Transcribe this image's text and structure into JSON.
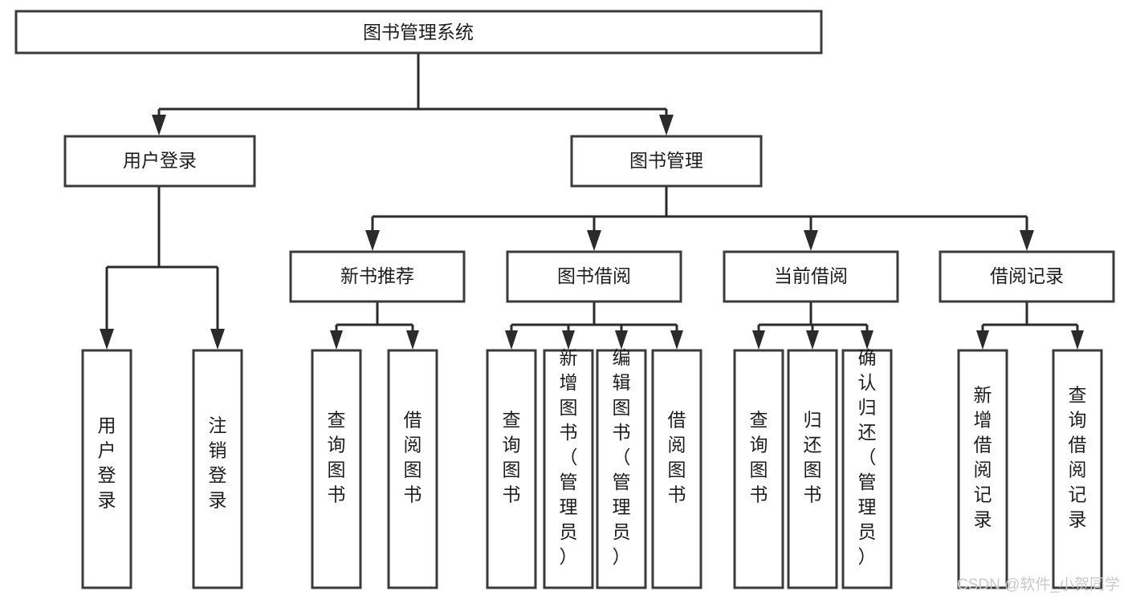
{
  "diagram": {
    "type": "hierarchy-tree",
    "title": "图书管理系统",
    "orientation": "top-down",
    "levels": 4,
    "root": {
      "id": "root",
      "label": "图书管理系统",
      "text_orientation": "horizontal"
    },
    "level2": [
      {
        "id": "user-login",
        "label": "用户登录",
        "text_orientation": "horizontal"
      },
      {
        "id": "book-management",
        "label": "图书管理",
        "text_orientation": "horizontal"
      }
    ],
    "level3": [
      {
        "id": "new-book-recommend",
        "label": "新书推荐",
        "text_orientation": "horizontal",
        "parent": "book-management"
      },
      {
        "id": "book-borrow",
        "label": "图书借阅",
        "text_orientation": "horizontal",
        "parent": "book-management"
      },
      {
        "id": "current-borrow",
        "label": "当前借阅",
        "text_orientation": "horizontal",
        "parent": "book-management"
      },
      {
        "id": "borrow-record",
        "label": "借阅记录",
        "text_orientation": "horizontal",
        "parent": "book-management"
      }
    ],
    "leaves": {
      "user-login": [
        {
          "id": "leaf-user-login",
          "label": "用户登录",
          "chars": [
            "用",
            "户",
            "登",
            "录"
          ]
        },
        {
          "id": "leaf-logout-login",
          "label": "注销登录",
          "chars": [
            "注",
            "销",
            "登",
            "录"
          ]
        }
      ],
      "new-book-recommend": [
        {
          "id": "leaf-query-book-1",
          "label": "查询图书",
          "chars": [
            "查",
            "询",
            "图",
            "书"
          ]
        },
        {
          "id": "leaf-borrow-book-1",
          "label": "借阅图书",
          "chars": [
            "借",
            "阅",
            "图",
            "书"
          ]
        }
      ],
      "book-borrow": [
        {
          "id": "leaf-query-book-2",
          "label": "查询图书",
          "chars": [
            "查",
            "询",
            "图",
            "书"
          ]
        },
        {
          "id": "leaf-add-book-admin",
          "label": "新增图书（管理员）",
          "chars": [
            "新",
            "增",
            "图",
            "书",
            "（",
            "管",
            "理",
            "员",
            "）"
          ]
        },
        {
          "id": "leaf-edit-book-admin",
          "label": "编辑图书（管理员）",
          "chars": [
            "编",
            "辑",
            "图",
            "书",
            "（",
            "管",
            "理",
            "员",
            "）"
          ]
        },
        {
          "id": "leaf-borrow-book-2",
          "label": "借阅图书",
          "chars": [
            "借",
            "阅",
            "图",
            "书"
          ]
        }
      ],
      "current-borrow": [
        {
          "id": "leaf-query-book-3",
          "label": "查询图书",
          "chars": [
            "查",
            "询",
            "图",
            "书"
          ]
        },
        {
          "id": "leaf-return-book",
          "label": "归还图书",
          "chars": [
            "归",
            "还",
            "图",
            "书"
          ]
        },
        {
          "id": "leaf-confirm-return-admin",
          "label": "确认归还（管理员）",
          "chars": [
            "确",
            "认",
            "归",
            "还",
            "（",
            "管",
            "理",
            "员",
            "）"
          ]
        }
      ],
      "borrow-record": [
        {
          "id": "leaf-add-borrow-record",
          "label": "新增借阅记录",
          "chars": [
            "新",
            "增",
            "借",
            "阅",
            "记",
            "录"
          ]
        },
        {
          "id": "leaf-query-borrow-record",
          "label": "查询借阅记录",
          "chars": [
            "查",
            "询",
            "借",
            "阅",
            "记",
            "录"
          ]
        }
      ]
    }
  },
  "watermark": {
    "text": "CSDN @软件_小贺同学"
  },
  "colors": {
    "box_stroke": "#3b3b3b",
    "connector": "#2b2b2b",
    "text": "#1d1d1d",
    "background": "#ffffff",
    "watermark": "#c9c9c9"
  }
}
